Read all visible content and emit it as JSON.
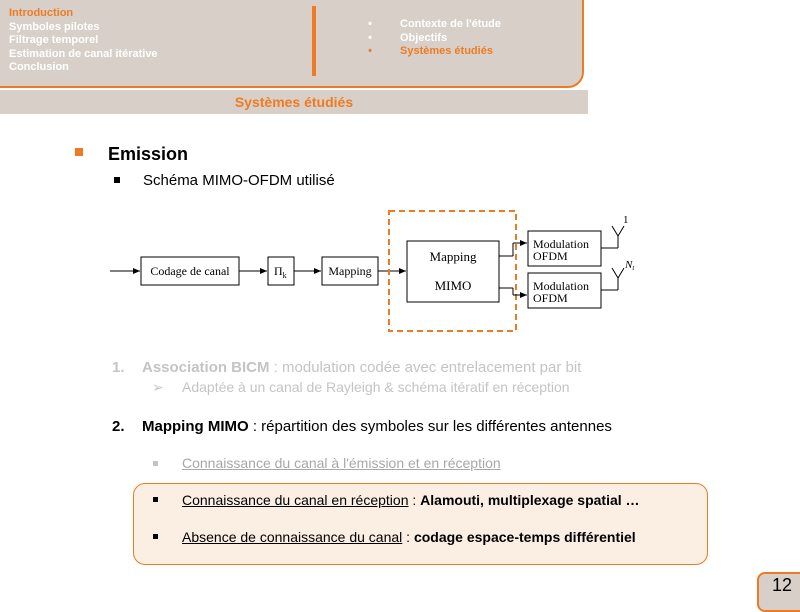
{
  "header": {
    "nav_left": [
      "Introduction",
      "Symboles pilotes",
      "Filtrage temporel",
      "Estimation de canal itérative",
      "Conclusion"
    ],
    "nav_right": [
      "Contexte de l'étude",
      "Objectifs",
      "Systèmes étudiés"
    ],
    "bullet": "•",
    "title": "Systèmes étudiés"
  },
  "content": {
    "heading": "Emission",
    "subheading": "Schéma MIMO-OFDM utilisé",
    "item1": {
      "number": "1.",
      "bold": "Association BICM",
      "rest": " : modulation codée avec entrelacement par bit",
      "sub_arrow": "➢",
      "sub": "Adaptée à un canal de Rayleigh & schéma itératif en réception"
    },
    "item2": {
      "number": "2.",
      "bold": "Mapping MIMO",
      "rest": " : répartition des symboles sur les différentes antennes"
    },
    "sub_items": {
      "a": "Connaissance du canal à l'émission et en réception",
      "b_link": "Connaissance du canal en réception",
      "b_sep": " : ",
      "b_bold": "Alamouti, multiplexage spatial …",
      "c_link": "Absence de connaissance du canal",
      "c_sep": " : ",
      "c_bold": "codage espace-temps différentiel"
    }
  },
  "diagram": {
    "codage": "Codage de canal",
    "pi": "Π",
    "pi_sub": "k",
    "mapping": "Mapping",
    "mimo_line1": "Mapping",
    "mimo_line2": "MIMO",
    "mod_line1": "Modulation",
    "mod_line2": "OFDM",
    "ant1": "1",
    "antN": "N",
    "antN_sub": "t"
  },
  "page_number": "12",
  "colors": {
    "accent": "#ee7b23",
    "panel": "#d8d0c8",
    "muted": "#c4c4c4"
  }
}
